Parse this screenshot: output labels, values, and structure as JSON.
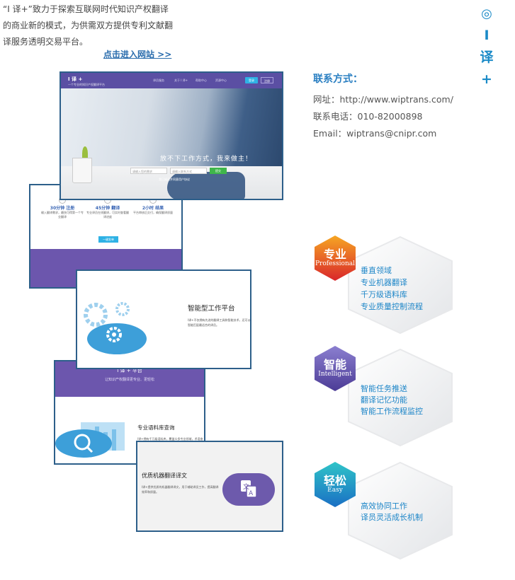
{
  "intro": {
    "lines": [
      "“I 译+”致力于探索互联网时代知识产权翻译",
      "的商业新的模式，为供需双方提供专利文献翻",
      "译服务透明交易平台。"
    ],
    "link": "点击进入网站 >>"
  },
  "brand": {
    "glyph_ring": "◎",
    "chars": [
      "I",
      "译",
      "+"
    ]
  },
  "contact": {
    "title": "联系方式：",
    "website": "网址：http://www.wiptrans.com/",
    "phone": "联系电话：010-82000898",
    "email": "Email：wiptrans@cnipr.com"
  },
  "screens": {
    "hero": {
      "logo": "I 译 +",
      "logo_sub": "一个专业的知识产权翻译平台",
      "nav": [
        "译员服务",
        "关于 I 译+",
        "帮助中心",
        "资源中心"
      ],
      "btn_login": "登录",
      "btn_register": "注册",
      "slogan": "放不下工作方式，我来做主！",
      "input_1": "请输入您的需求",
      "input_2": "请输入联系方式",
      "submit": "提交",
      "check": "我已阅读并同意用户协议"
    },
    "steps": {
      "items": [
        {
          "num": "30",
          "unit": "分钟 注册",
          "text": "输入翻译需求，最快可得第一个专业翻译"
        },
        {
          "num": "45",
          "unit": "分钟 翻译",
          "text": "专业译员在线翻译，可实时查看翻译进度"
        },
        {
          "num": "2",
          "unit": "小时 结果",
          "text": "平台审核后交付，确保翻译质量"
        }
      ],
      "cta": "一键发单",
      "platform": "I 译 + 平台",
      "tagline": "让知识产权翻译更专业、更轻松"
    },
    "smart": {
      "title": "智能型工作平台",
      "desc": "I译+不仅拥有先进的翻译工具和智能技术，还可以智能匹配最适合的译员。"
    },
    "term": {
      "platform": "I 译 + 平台",
      "tagline": "让知识产权翻译更专业、更轻松",
      "title": "专业语料库查询",
      "desc": "I译+拥有千万级语料库，覆盖众多专业领域，术语查询准确、专业、可靠。"
    },
    "mt": {
      "title": "优质机器翻译译文",
      "desc": "I译+提供优质的机器翻译译文，用于辅助译员工作，提高翻译效率和质量。"
    }
  },
  "features": [
    {
      "cn": "专业",
      "en": "Professional",
      "color_a": "#f5a623",
      "color_b": "#d9262b",
      "items": [
        "垂直领域",
        "专业机器翻译",
        "千万级语料库",
        "专业质量控制流程"
      ]
    },
    {
      "cn": "智能",
      "en": "Intelligent",
      "color_a": "#8b7fd0",
      "color_b": "#4c3c96",
      "items": [
        "智能任务推送",
        "翻译记忆功能",
        "智能工作流程监控"
      ]
    },
    {
      "cn": "轻松",
      "en": "Easy",
      "color_a": "#2fc4c8",
      "color_b": "#1a6fc4",
      "items": [
        "高效协同工作",
        "译员灵活成长机制"
      ]
    }
  ]
}
